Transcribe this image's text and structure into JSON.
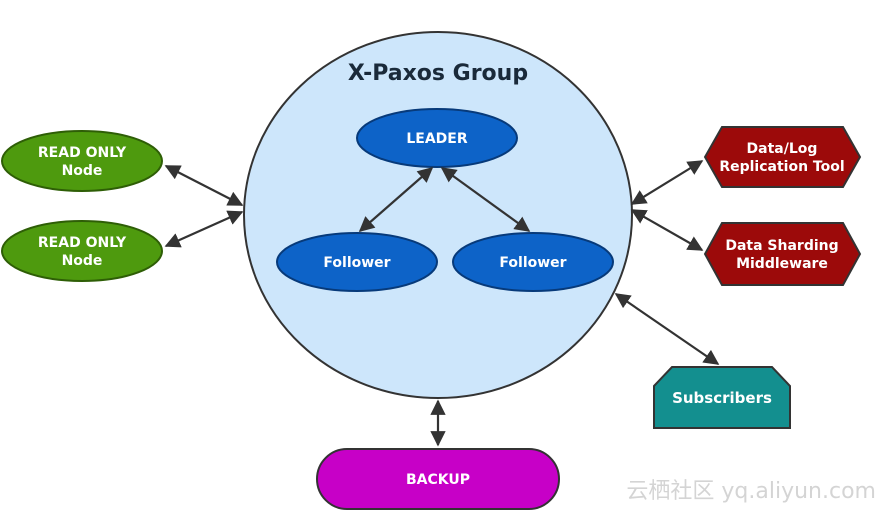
{
  "group": {
    "title": "X-Paxos Group"
  },
  "nodes": {
    "leader": "LEADER",
    "follower_left": "Follower",
    "follower_right": "Follower"
  },
  "read_only": [
    {
      "line1": "READ ONLY",
      "line2": "Node"
    },
    {
      "line1": "READ ONLY",
      "line2": "Node"
    }
  ],
  "tools": [
    {
      "line1": "Data/Log",
      "line2": "Replication Tool"
    },
    {
      "line1": "Data Sharding",
      "line2": "Middleware"
    }
  ],
  "subscribers": "Subscribers",
  "backup": "BACKUP",
  "watermark": "云栖社区 yq.aliyun.com",
  "colors": {
    "group_fill": "#cde6fb",
    "node_blue": "#0d63c8",
    "read_only_green": "#4e9a0e",
    "tool_red": "#9c0a0a",
    "subscribers_teal": "#138f8f",
    "backup_magenta": "#c700c7",
    "arrow": "#333333"
  }
}
